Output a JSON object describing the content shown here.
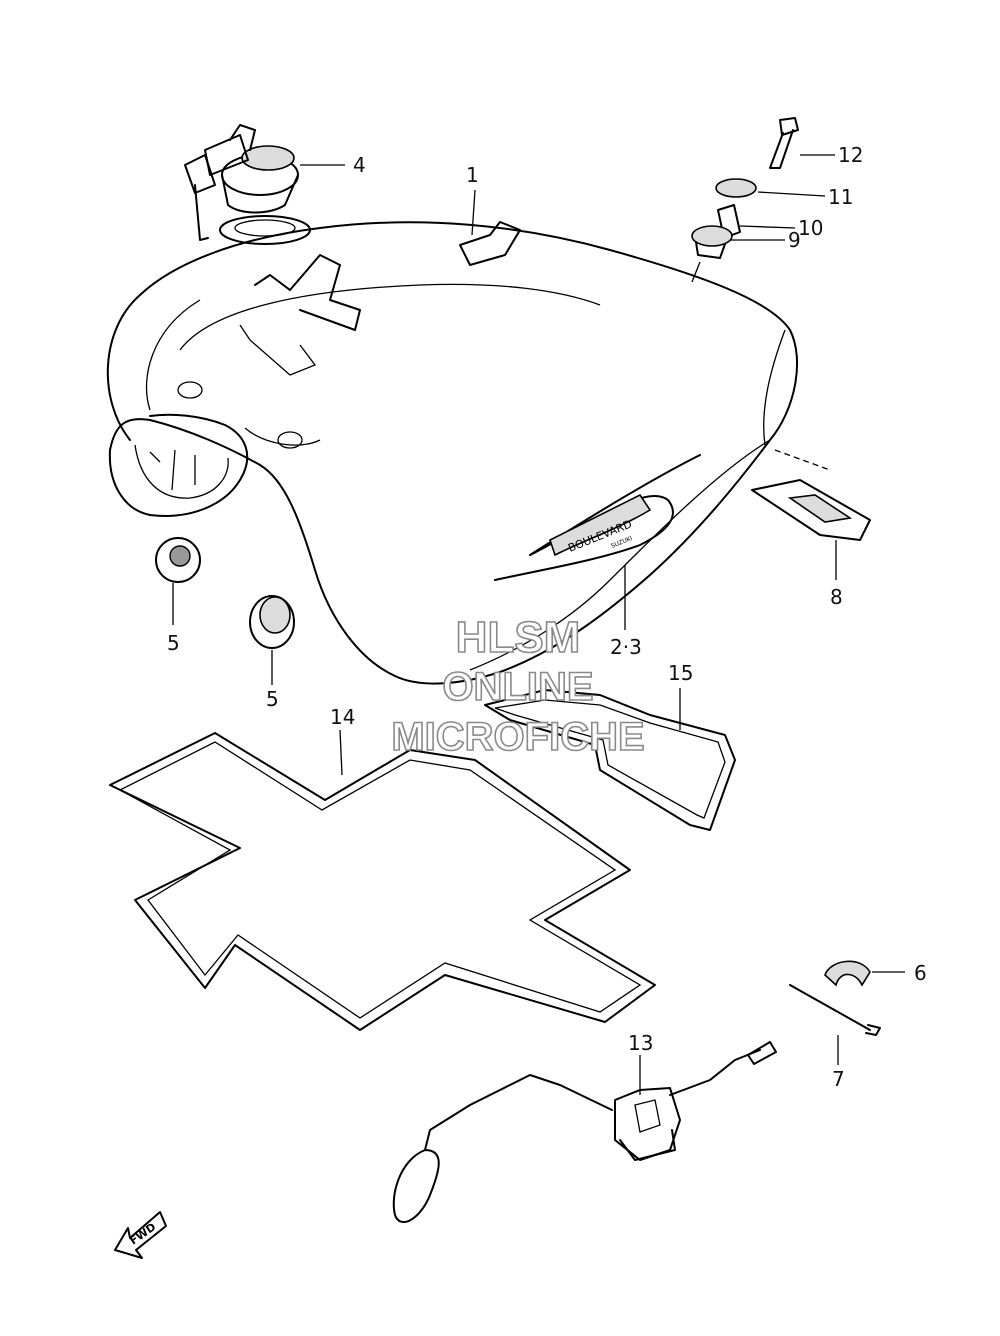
{
  "callouts": {
    "c1": "1",
    "c2_3": "2·3",
    "c4": "4",
    "c5a": "5",
    "c5b": "5",
    "c6": "6",
    "c7": "7",
    "c8": "8",
    "c9": "9",
    "c10": "10",
    "c11": "11",
    "c12": "12",
    "c13": "13",
    "c14": "14",
    "c15": "15"
  },
  "watermark": {
    "line1": "HLSM",
    "line2": "ONLINE",
    "line3": "MICROFICHE"
  },
  "fwd_label": "FWD",
  "emblem_text": "BOULEVARD",
  "emblem_sub": "SUZUKI"
}
